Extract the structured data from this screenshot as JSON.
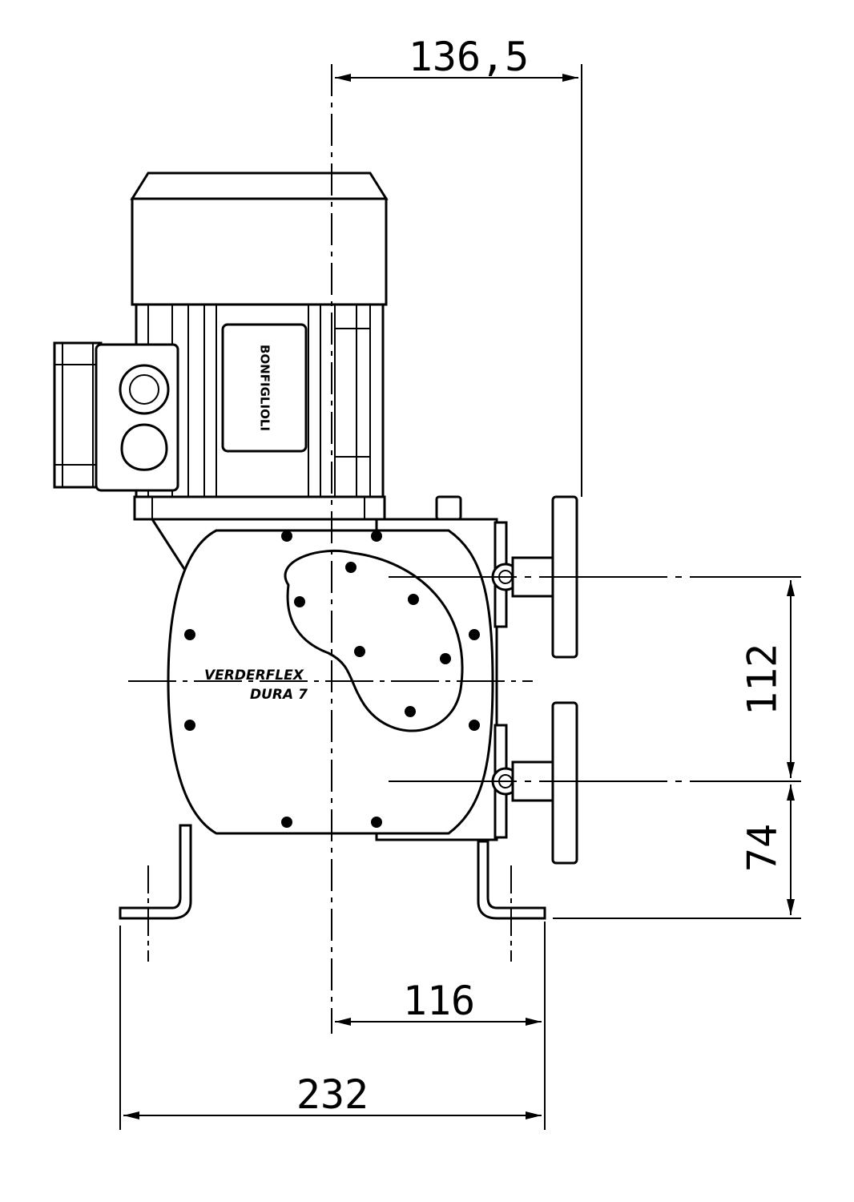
{
  "dimensions": {
    "top_width": "136,5",
    "port_spacing": "112",
    "port_height": "74",
    "base_half": "116",
    "base_width": "232"
  },
  "labels": {
    "brand_line1": "VERDERFLEX",
    "brand_line2": "DURA 7",
    "motor_brand": "BONFIGLIOLI"
  }
}
